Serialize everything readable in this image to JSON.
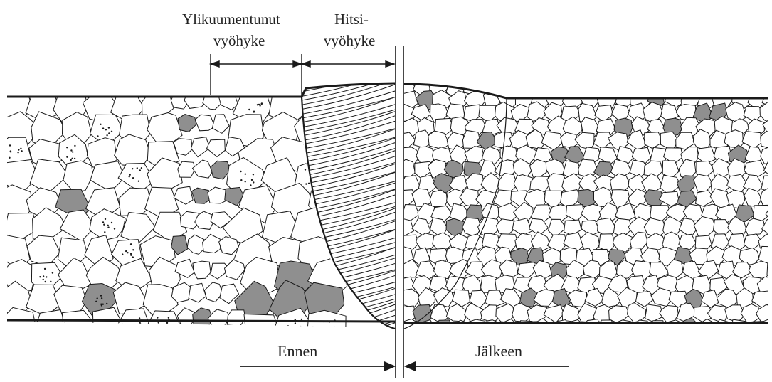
{
  "labels": {
    "overheated_zone_line1": "Ylikuumentunut",
    "overheated_zone_line2": "vyöhyke",
    "weld_zone_line1": "Hitsi-",
    "weld_zone_line2": "vyöhyke",
    "before": "Ennen",
    "after": "Jälkeen"
  },
  "colors": {
    "ink": "#1a1a1a",
    "grain_shade": "#8f8f8f",
    "background": "#ffffff"
  }
}
